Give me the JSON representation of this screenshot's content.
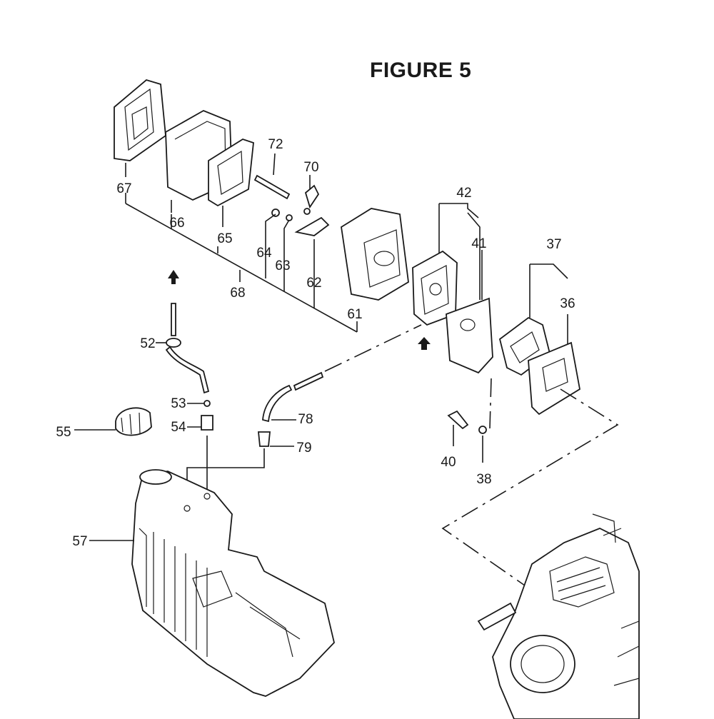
{
  "figure": {
    "title": "FIGURE 5"
  },
  "labels": [
    "67",
    "66",
    "65",
    "72",
    "70",
    "64",
    "63",
    "62",
    "68",
    "61",
    "42",
    "41",
    "37",
    "36",
    "52",
    "53",
    "54",
    "55",
    "78",
    "79",
    "40",
    "38",
    "57"
  ]
}
